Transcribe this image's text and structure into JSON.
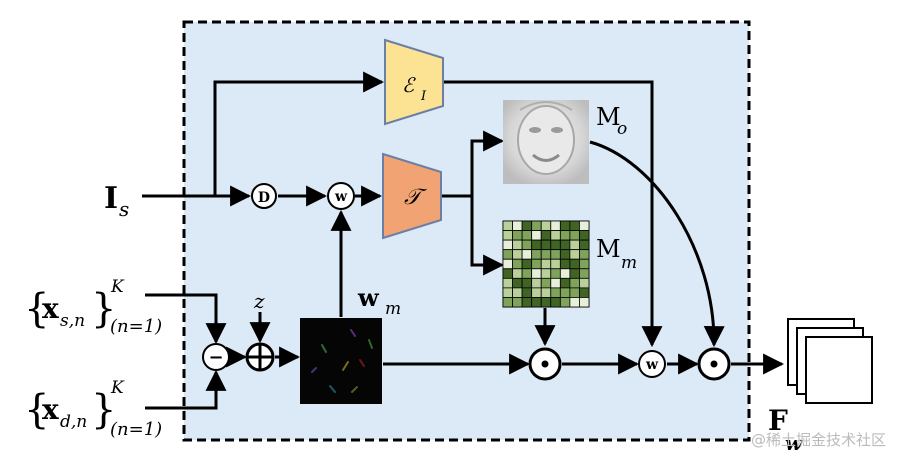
{
  "labels": {
    "input_image": "I",
    "input_image_sub": "s",
    "encoder_img": "ℰ",
    "encoder_img_sub": "I",
    "transform": "𝒯",
    "op_d": "D",
    "op_w": "w",
    "op_minus": "−",
    "noise": "z",
    "weight_map": "w",
    "weight_map_sub": "m",
    "mask_o": "M",
    "mask_o_sub": "o",
    "mask_m": "M",
    "mask_m_sub": "m",
    "kp_source": "x",
    "kp_source_sub": "s,n",
    "kp_driving": "x",
    "kp_driving_sub": "d,n",
    "kp_sup": "K",
    "kp_range": "(n=1)",
    "output": "F",
    "output_sub": "w"
  },
  "watermark": "@稀土掘金技术社区",
  "colors": {
    "panel_fill": "#dce9f6",
    "encoder_img": "#fce293",
    "transform": "#f2a373",
    "grid_dark": "#3f6424",
    "grid_mid": "#7fa35a",
    "grid_light": "#b9d09a",
    "grid_pale": "#e7efd9"
  },
  "icons": [
    "trapezoid-encoder",
    "trapezoid-transform",
    "circle-operator",
    "circle-plus",
    "circle-dot",
    "face-image",
    "grid-image",
    "stack-output"
  ]
}
